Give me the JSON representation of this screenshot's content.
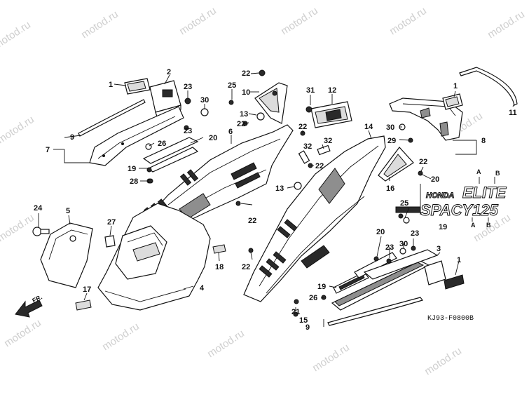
{
  "watermark": "motod.ru",
  "diagram_code": "KJ93-F0800B",
  "direction_label": "FR.",
  "emblems": {
    "honda": "HONDA",
    "elite": "ELITE",
    "spacy": "SPACY125"
  },
  "callouts": {
    "c1a": "1",
    "c2": "2",
    "c23a": "23",
    "c30a": "30",
    "c23b": "23",
    "c20a": "20",
    "c9a": "9",
    "c7": "7",
    "c26a": "26",
    "c19a": "19",
    "c28": "28",
    "c22a": "22",
    "c25a": "25",
    "c10": "10",
    "c13a": "13",
    "c22b": "22",
    "c6": "6",
    "c31": "31",
    "c12": "12",
    "c22c": "22",
    "c32a": "32",
    "c32b": "32",
    "c22d": "22",
    "c13b": "13",
    "c22e": "22",
    "c24": "24",
    "c5": "5",
    "c27": "27",
    "c17": "17",
    "c4": "4",
    "c18": "18",
    "c22f": "22",
    "c14": "14",
    "c1b": "1",
    "c11": "11",
    "c30b": "30",
    "c29": "29",
    "c8": "8",
    "c16": "16",
    "c22g": "22",
    "c20b": "20",
    "c25b": "25",
    "cA1": "A",
    "cB1": "B",
    "c19b": "19",
    "cA2": "A",
    "cB2": "B",
    "c20c": "20",
    "c23c": "23",
    "c23d": "23",
    "c30c": "30",
    "c3": "3",
    "c1c": "1",
    "c19c": "19",
    "c26b": "26",
    "c21": "21",
    "c15": "15",
    "c9b": "9"
  }
}
